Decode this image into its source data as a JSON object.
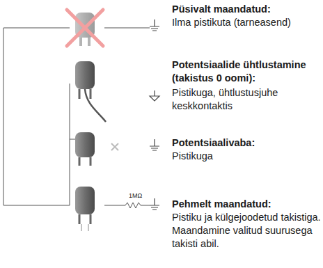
{
  "diagram": {
    "labels": [
      "Püsivalt maandatud:",
      "Ilma pistikuta (tarneasend)",
      "Potentsiaalide ühtlustamine (takistus 0 oomi):",
      "Pistikuga, ühtlustusjuhe keskkontaktis",
      "Potentsiaalivaba:",
      "Pistikuga",
      "1MΩ",
      "Pehmelt maandatud:",
      "Pistiku ja külgejoodetud takistiga. Maandamine valitud suurusega takisti abil."
    ]
  }
}
